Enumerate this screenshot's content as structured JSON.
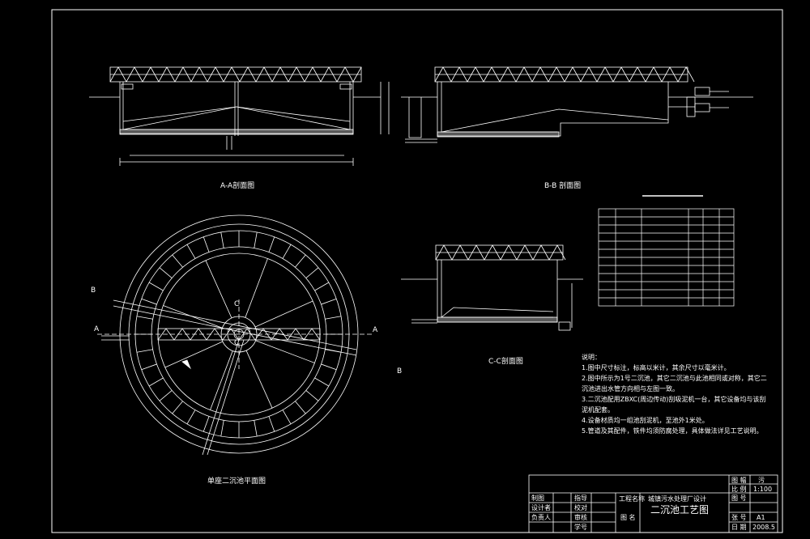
{
  "views": {
    "section_aa": "A-A剖面图",
    "section_bb": "B-B 剖面图",
    "section_cc": "C-C剖面图",
    "plan": "单座二沉池平面图"
  },
  "cut_marks": [
    "A",
    "A",
    "B",
    "B",
    "C",
    "C"
  ],
  "notes": {
    "heading": "说明：",
    "items": [
      "1.图中尺寸标注，标高以米计，其余尺寸以毫米计。",
      "2.图中所示为1号二沉池，其它二沉池与此池相同或对称，其它二沉池进出水管方向相与左图一致。",
      "3.二沉池配用ZBXC(周边传动)刮吸泥机一台，其它设备均与该刮泥机配套。",
      "4.设备材质均一组池刮泥机，至池外1米处。",
      "5.管道及其配件，铁件均须防腐处理，具体做法详见工艺说明。"
    ]
  },
  "title_block": {
    "drawing_no_label": "图 号",
    "scale_label": "比 例",
    "scale_value": "1:100",
    "sheet_label": "图 号",
    "size_label": "张 号",
    "size_value": "A1",
    "date_label": "日 期",
    "date_value": "2008.5",
    "top_right": "图 幅",
    "top_right_value": "污",
    "project_label": "工程名称",
    "project_name": "城镇污水处理厂设计",
    "drawing_name_label": "图 名",
    "drawing_title": "二沉池工艺图",
    "left_labels": [
      "制图",
      "设计者",
      "负责人"
    ],
    "mid_labels": [
      "指导",
      "校对",
      "审核",
      "学号"
    ]
  }
}
